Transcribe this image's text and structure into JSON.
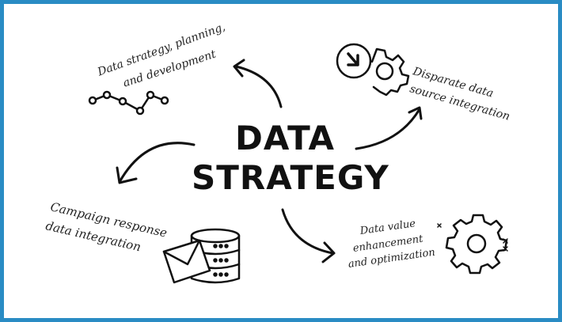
{
  "title": {
    "line1": "DATA",
    "line2": "STRATEGY"
  },
  "nodes": [
    {
      "lines": [
        "Data strategy, planning,",
        "and development"
      ],
      "icon": "line-chart-icon"
    },
    {
      "lines": [
        "Disparate data",
        "source integration"
      ],
      "icon": "gear-arrow-icon"
    },
    {
      "lines": [
        "Campaign response",
        "data integration"
      ],
      "icon": "database-email-icon"
    },
    {
      "lines": [
        "Data value",
        "enhancement",
        "and optimization"
      ],
      "icon": "gear-icon"
    }
  ],
  "colors": {
    "border": "#2a8cc4",
    "ink": "#111111"
  }
}
